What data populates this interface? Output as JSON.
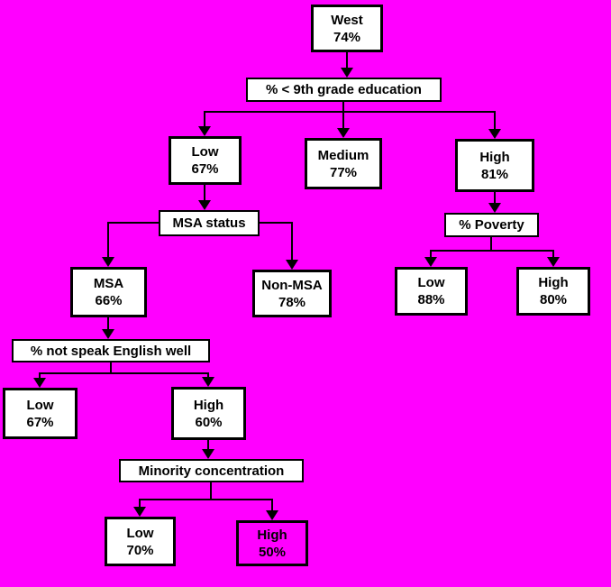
{
  "diagram": {
    "type": "decision-tree",
    "colors": {
      "background": "#FF00FF",
      "node_fill": "#FFFFFF",
      "border": "#000000",
      "text": "#000000",
      "highlight_node_fill": "transparent"
    },
    "nodes": {
      "west": {
        "label": "West",
        "value": "74%"
      },
      "edu_split": {
        "label": "% < 9th grade education"
      },
      "edu_low": {
        "label": "Low",
        "value": "67%"
      },
      "edu_medium": {
        "label": "Medium",
        "value": "77%"
      },
      "edu_high": {
        "label": "High",
        "value": "81%"
      },
      "msa_split": {
        "label": "MSA status"
      },
      "msa": {
        "label": "MSA",
        "value": "66%"
      },
      "non_msa": {
        "label": "Non-MSA",
        "value": "78%"
      },
      "poverty_split": {
        "label": "% Poverty"
      },
      "poverty_low": {
        "label": "Low",
        "value": "88%"
      },
      "poverty_high": {
        "label": "High",
        "value": "80%"
      },
      "english_split": {
        "label": "% not speak English well"
      },
      "english_low": {
        "label": "Low",
        "value": "67%"
      },
      "english_high": {
        "label": "High",
        "value": "60%"
      },
      "minority_split": {
        "label": "Minority concentration"
      },
      "minority_low": {
        "label": "Low",
        "value": "70%"
      },
      "minority_high": {
        "label": "High",
        "value": "50%"
      }
    },
    "edges": [
      [
        "west",
        "edu_split"
      ],
      [
        "edu_split",
        "edu_low"
      ],
      [
        "edu_split",
        "edu_medium"
      ],
      [
        "edu_split",
        "edu_high"
      ],
      [
        "edu_low",
        "msa_split"
      ],
      [
        "msa_split",
        "msa"
      ],
      [
        "msa_split",
        "non_msa"
      ],
      [
        "edu_high",
        "poverty_split"
      ],
      [
        "poverty_split",
        "poverty_low"
      ],
      [
        "poverty_split",
        "poverty_high"
      ],
      [
        "msa",
        "english_split"
      ],
      [
        "english_split",
        "english_low"
      ],
      [
        "english_split",
        "english_high"
      ],
      [
        "english_high",
        "minority_split"
      ],
      [
        "minority_split",
        "minority_low"
      ],
      [
        "minority_split",
        "minority_high"
      ]
    ]
  }
}
